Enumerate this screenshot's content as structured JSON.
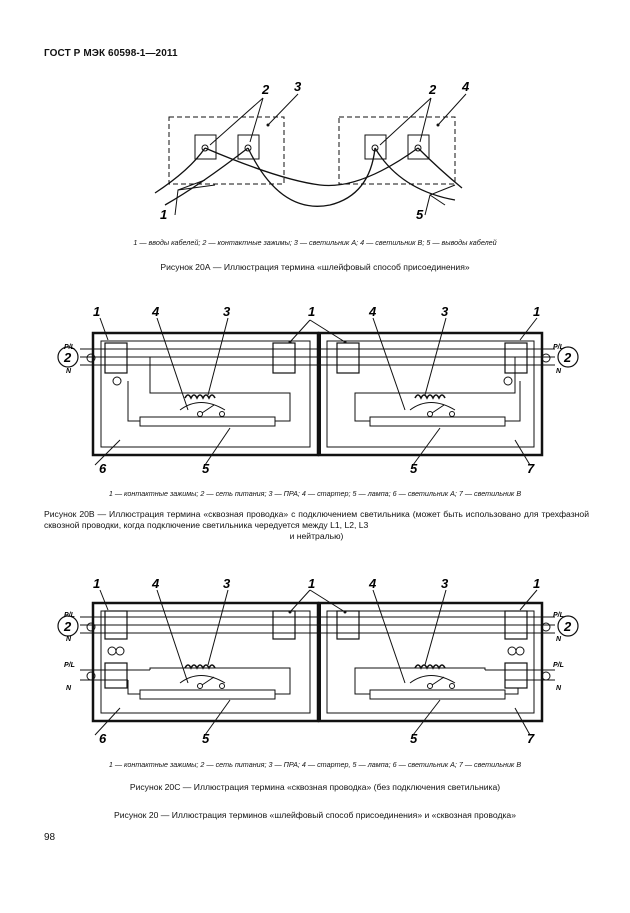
{
  "header": {
    "standard": "ГОСТ Р МЭК 60598-1—2011"
  },
  "fig20a": {
    "legend": "1 — вводы кабелей;  2 — контактные зажимы;  3 — светильник А;  4 — светильник В;  5 — выводы кабелей",
    "caption": "Рисунок 20А — Иллюстрация термина «шлейфовый способ присоединения»",
    "callouts": {
      "n1": "1",
      "n2a": "2",
      "n3": "3",
      "n2b": "2",
      "n4": "4",
      "n5": "5"
    }
  },
  "fig20b": {
    "legend": "1 — контактные зажимы;  2 — сеть питания;  3 — ПРА;  4 — стартер;  5 — лампа;  6 — светильник А;  7 — светильник В",
    "caption_main": "Рисунок 20В — Иллюстрация термина «сквозная проводка» с подключением светильника (может быть использовано для трехфазной сквозной проводки, когда подключение светильника чередуется между L1, L2, L3",
    "caption_last": "и нейтралью)",
    "callouts": {
      "n1a": "1",
      "n4a": "4",
      "n3a": "3",
      "n1mid": "1",
      "n4b": "4",
      "n3b": "3",
      "n1b": "1",
      "n6": "6",
      "n5a": "5",
      "n5b": "5",
      "n7": "7",
      "n2l": "2",
      "n2r": "2"
    },
    "labels": {
      "pl_left": "P/L",
      "n_left": "N",
      "pl_right": "P/L",
      "n_right": "N"
    }
  },
  "fig20c": {
    "legend": "1 — контактные зажимы;  2 — сеть питания;  3 — ПРА;  4 — стартер,  5 — лампа;  6 — светильник А;  7 — светильник В",
    "caption": "Рисунок 20С — Иллюстрация термина «сквозная проводка» (без подключения светильника)",
    "callouts": {
      "n1a": "1",
      "n4a": "4",
      "n3a": "3",
      "n1mid": "1",
      "n4b": "4",
      "n3b": "3",
      "n1b": "1",
      "n6": "6",
      "n5a": "5",
      "n5b": "5",
      "n7": "7",
      "n2l": "2",
      "n2r": "2"
    },
    "labels": {
      "pl_left1": "P/L",
      "n_left1": "N",
      "pl_left2": "P/L",
      "n_left2": "N",
      "pl_right1": "P/L",
      "n_right1": "N",
      "pl_right2": "P/L",
      "n_right2": "N"
    }
  },
  "fig20": {
    "caption": "Рисунок 20 — Иллюстрация терминов «шлейфовый способ присоединения» и «сквозная проводка»"
  },
  "page": {
    "number": "98"
  }
}
